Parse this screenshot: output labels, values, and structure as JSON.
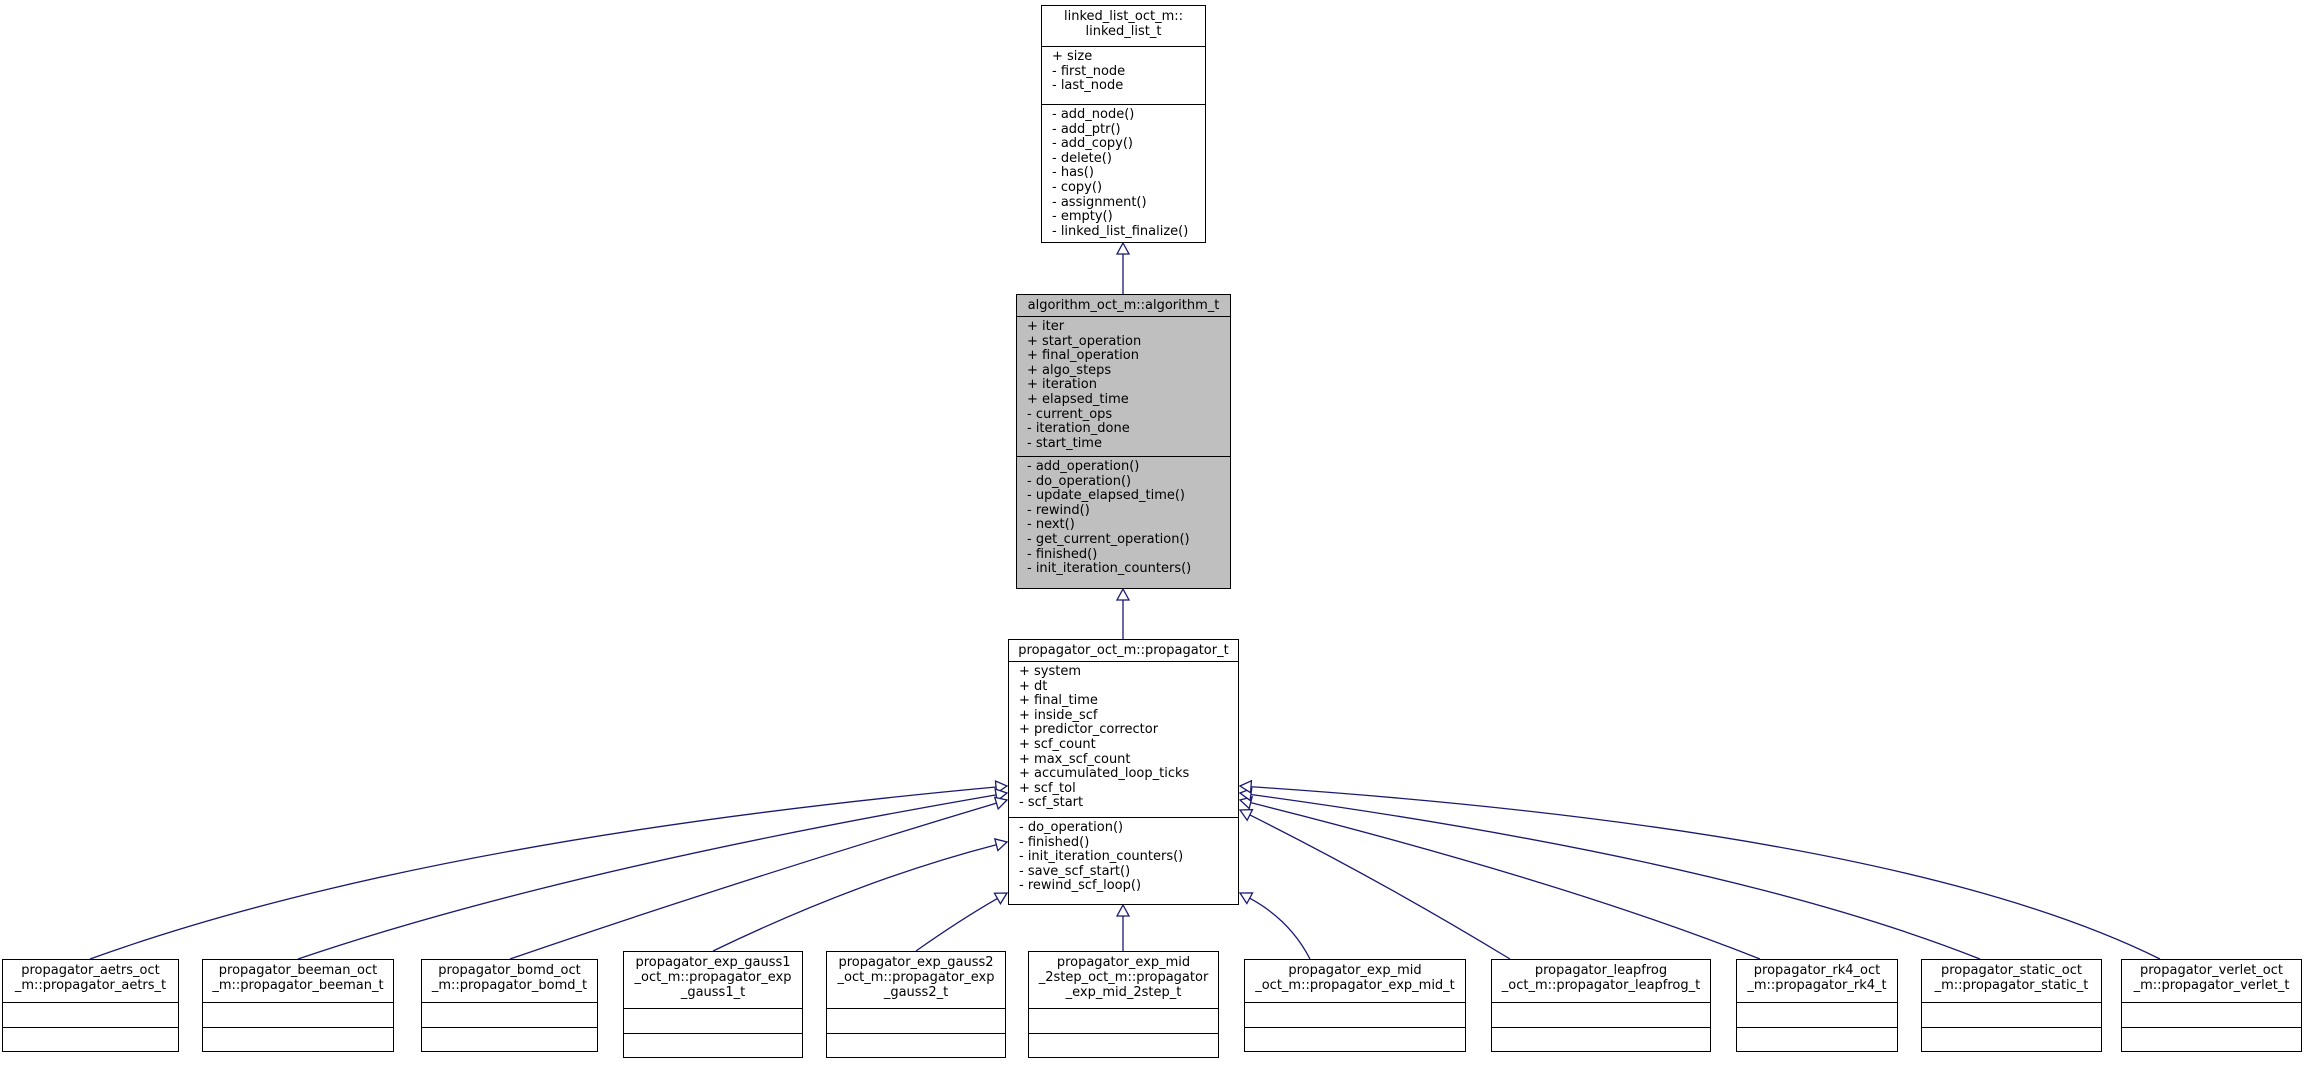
{
  "classes": {
    "linked_list": {
      "title": [
        "linked_list_oct_m::",
        "linked_list_t"
      ],
      "attributes": [
        "+ size",
        "- first_node",
        "- last_node"
      ],
      "methods": [
        "- add_node()",
        "- add_ptr()",
        "- add_copy()",
        "- delete()",
        "- has()",
        "- copy()",
        "- assignment()",
        "- empty()",
        "- linked_list_finalize()"
      ]
    },
    "algorithm": {
      "title": [
        "algorithm_oct_m::algorithm_t"
      ],
      "attributes": [
        "+ iter",
        "+ start_operation",
        "+ final_operation",
        "+ algo_steps",
        "+ iteration",
        "+ elapsed_time",
        "- current_ops",
        "- iteration_done",
        "- start_time"
      ],
      "methods": [
        "- add_operation()",
        "- do_operation()",
        "- update_elapsed_time()",
        "- rewind()",
        "- next()",
        "- get_current_operation()",
        "- finished()",
        "- init_iteration_counters()"
      ]
    },
    "propagator": {
      "title": [
        "propagator_oct_m::propagator_t"
      ],
      "attributes": [
        "+ system",
        "+ dt",
        "+ final_time",
        "+ inside_scf",
        "+ predictor_corrector",
        "+ scf_count",
        "+ max_scf_count",
        "+ accumulated_loop_ticks",
        "+ scf_tol",
        "- scf_start"
      ],
      "methods": [
        "- do_operation()",
        "- finished()",
        "- init_iteration_counters()",
        "- save_scf_start()",
        "- rewind_scf_loop()"
      ]
    },
    "aetrs": {
      "title": [
        "propagator_aetrs_oct",
        "_m::propagator_aetrs_t"
      ],
      "attributes": [],
      "methods": []
    },
    "beeman": {
      "title": [
        "propagator_beeman_oct",
        "_m::propagator_beeman_t"
      ],
      "attributes": [],
      "methods": []
    },
    "bomd": {
      "title": [
        "propagator_bomd_oct",
        "_m::propagator_bomd_t"
      ],
      "attributes": [],
      "methods": []
    },
    "exp_gauss1": {
      "title": [
        "propagator_exp_gauss1",
        "_oct_m::propagator_exp",
        "_gauss1_t"
      ],
      "attributes": [],
      "methods": []
    },
    "exp_gauss2": {
      "title": [
        "propagator_exp_gauss2",
        "_oct_m::propagator_exp",
        "_gauss2_t"
      ],
      "attributes": [],
      "methods": []
    },
    "exp_mid_2step": {
      "title": [
        "propagator_exp_mid",
        "_2step_oct_m::propagator",
        "_exp_mid_2step_t"
      ],
      "attributes": [],
      "methods": []
    },
    "exp_mid": {
      "title": [
        "propagator_exp_mid",
        "_oct_m::propagator_exp_mid_t"
      ],
      "attributes": [],
      "methods": []
    },
    "leapfrog": {
      "title": [
        "propagator_leapfrog",
        "_oct_m::propagator_leapfrog_t"
      ],
      "attributes": [],
      "methods": []
    },
    "rk4": {
      "title": [
        "propagator_rk4_oct",
        "_m::propagator_rk4_t"
      ],
      "attributes": [],
      "methods": []
    },
    "static": {
      "title": [
        "propagator_static_oct",
        "_m::propagator_static_t"
      ],
      "attributes": [],
      "methods": []
    },
    "verlet": {
      "title": [
        "propagator_verlet_oct",
        "_m::propagator_verlet_t"
      ],
      "attributes": [],
      "methods": []
    }
  },
  "colors": {
    "edge": "#191970",
    "highlight_fill": "#bfbfbf",
    "border": "#000000"
  }
}
